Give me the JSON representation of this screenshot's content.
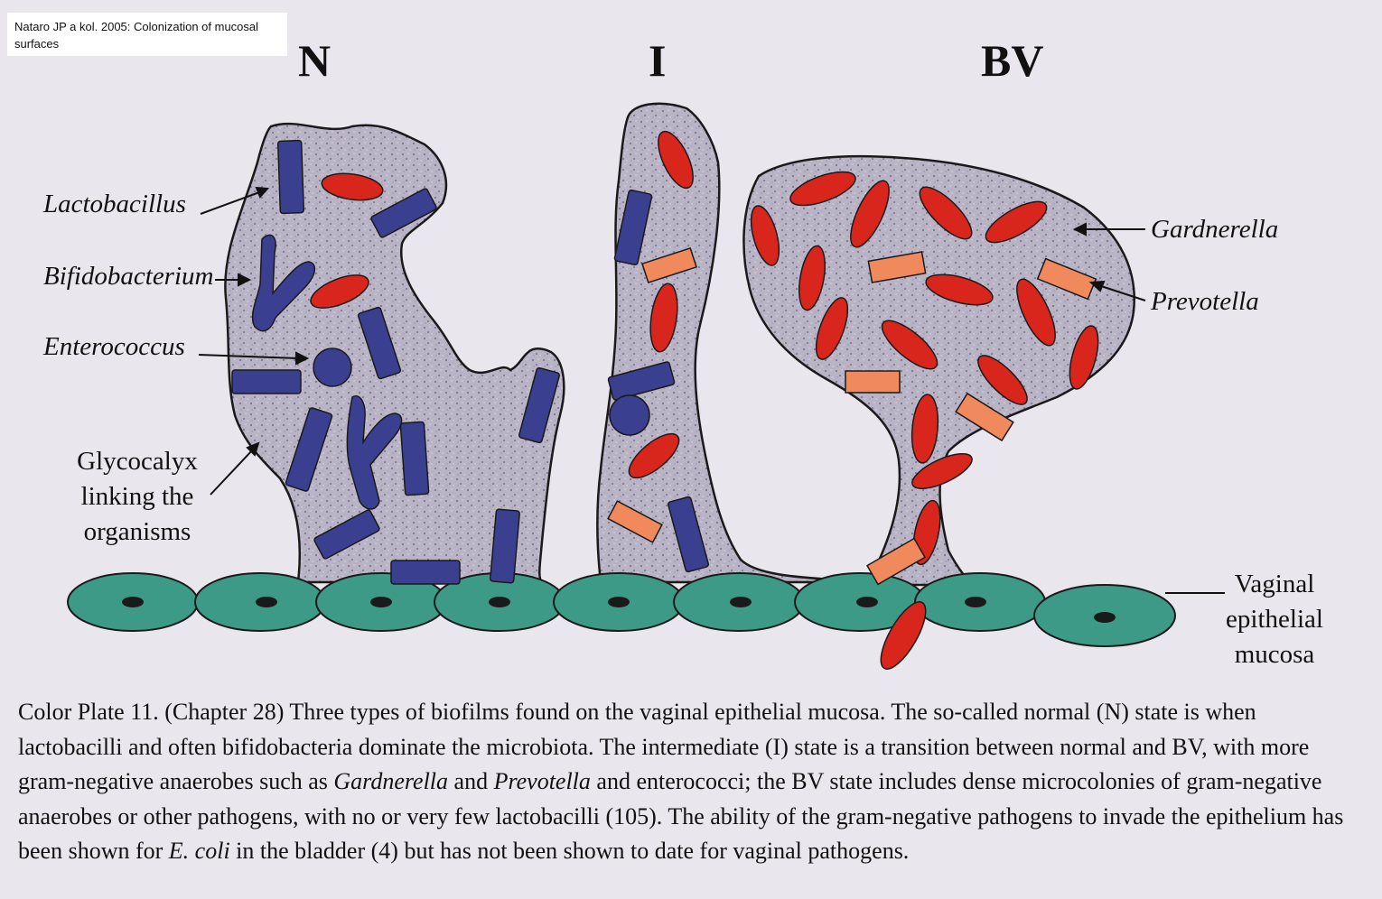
{
  "citation": "Nataro JP a kol. 2005: Colonization of mucosal surfaces",
  "state_labels": {
    "normal": "N",
    "intermediate": "I",
    "bv": "BV"
  },
  "organism_labels": {
    "lactobacillus": "Lactobacillus",
    "bifidobacterium": "Bifidobacterium",
    "enterococcus": "Enterococcus",
    "gardnerella": "Gardnerella",
    "prevotella": "Prevotella"
  },
  "glycocalyx_label": [
    "Glycocalyx",
    "linking the",
    "organisms"
  ],
  "mucosa_label": [
    "Vaginal",
    "epithelial",
    "mucosa"
  ],
  "caption": {
    "plate": "Color Plate 11.",
    "p1": " (Chapter 28) Three types of biofilms found on the vaginal epithelial mucosa. The so-called normal (N) state is when lactobacilli and often bifidobacteria dominate the microbiota. The intermediate (I) state is a transition between normal and BV, with more gram-negative anaerobes such as ",
    "gardnerella": "Gardnerella",
    "and": " and ",
    "prevotella": "Prevotella",
    "p2": " and enterococci; the BV state includes dense microcolonies of gram-negative anaerobes or other pathogens, with no or very few lactobacilli (105). The ability of the gram-negative pathogens to invade the epithelium has been shown for ",
    "ecoli": "E. coli",
    "p3": " in the bladder (4) but has not been shown to date for vaginal pathogens."
  },
  "colors": {
    "background": "#e9e6ee",
    "glycocalyx": "#b8b2c4",
    "lactobacillus": "#3a3f8f",
    "gardnerella": "#d9261c",
    "prevotella": "#f08a5d",
    "epithelium": "#3d9a86",
    "nucleus": "#1a1a1a"
  },
  "icons": {
    "lactobacillus": "rod-shape",
    "bifidobacterium": "branched-y-shape",
    "enterococcus": "coccus-circle",
    "gardnerella": "ellipse-shape",
    "prevotella": "short-rectangle"
  }
}
